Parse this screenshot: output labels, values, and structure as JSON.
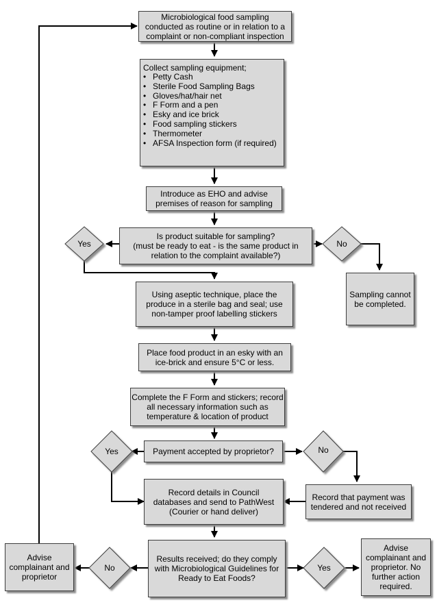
{
  "start": [
    "Microbiological food sampling",
    "conducted as routine or in relation to a",
    "complaint or non-compliant inspection"
  ],
  "equipment": {
    "heading": "Collect sampling equipment;",
    "items": [
      "Petty Cash",
      "Sterile Food Sampling Bags",
      "Gloves/hat/hair net",
      "F Form and a pen",
      "Esky and ice brick",
      "Food sampling stickers",
      "Thermometer",
      "AFSA Inspection form (if required)"
    ]
  },
  "introduce": [
    "Introduce as EHO and advise",
    "premises of reason for sampling"
  ],
  "suitable": [
    "Is product suitable for sampling?",
    "(must be ready to eat - is the same product in",
    "relation to the complaint available?)"
  ],
  "suitable_yes": "Yes",
  "suitable_no": "No",
  "cannot": [
    "Sampling cannot",
    "be completed."
  ],
  "aseptic": [
    "Using aseptic technique, place the",
    "produce in a sterile bag and seal; use",
    "non-tamper proof labelling stickers"
  ],
  "esky": [
    "Place food product in an esky with an",
    "ice-brick and ensure 5°C or less."
  ],
  "fform": [
    "Complete the F Form and stickers; record",
    "all necessary information such as",
    "temperature & location of product"
  ],
  "payment": "Payment accepted by proprietor?",
  "payment_yes": "Yes",
  "payment_no": "No",
  "record_details": [
    "Record details in Council",
    "databases and send to PathWest",
    "(Courier or hand deliver)"
  ],
  "record_payment": [
    "Record that payment was",
    "tendered and not received"
  ],
  "results": [
    "Results received; do they comply",
    "with Microbiological Guidelines for",
    "Ready to Eat Foods?"
  ],
  "results_no": "No",
  "results_yes": "Yes",
  "advise_left": [
    "Advise",
    "complainant and",
    "proprietor"
  ],
  "advise_right": [
    "Advise",
    "complainant and",
    "proprietor. No",
    "further action",
    "required."
  ]
}
